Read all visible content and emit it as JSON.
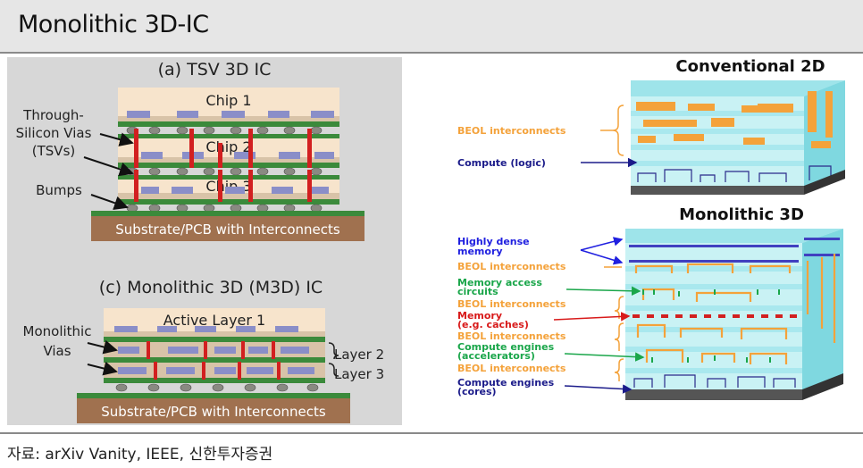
{
  "header": {
    "title": "Monolithic 3D-IC"
  },
  "tsv": {
    "heading": "(a) TSV 3D IC",
    "chip1": "Chip 1",
    "chip2": "Chip 2",
    "chip3": "Chip 3",
    "label_tsv_1": "Through-",
    "label_tsv_2": "Silicon Vias",
    "label_tsv_3": "(TSVs)",
    "label_bumps": "Bumps",
    "substrate": "Substrate/PCB with Interconnects"
  },
  "m3d": {
    "heading": "(c) Monolithic 3D (M3D) IC",
    "active_layer": "Active Layer 1",
    "label_vias_1": "Monolithic",
    "label_vias_2": "Vias",
    "layer2": "Layer 2",
    "layer3": "Layer 3",
    "substrate": "Substrate/PCB with Interconnects"
  },
  "conventional": {
    "title": "Conventional 2D",
    "beol": "BEOL interconnects",
    "compute": "Compute (logic)"
  },
  "monolithic": {
    "title": "Monolithic 3D",
    "dense_memory_1": "Highly dense",
    "dense_memory_2": "memory",
    "beol_1": "BEOL interconnects",
    "mem_access_1": "Memory access",
    "mem_access_2": "circuits",
    "beol_2": "BEOL interconnects",
    "memory_cache_1": "Memory",
    "memory_cache_2": "(e.g. caches)",
    "beol_3": "BEOL interconnects",
    "compute_acc_1": "Compute engines",
    "compute_acc_2": "(accelerators)",
    "beol_4": "BEOL interconnects",
    "compute_cores_1": "Compute engines",
    "compute_cores_2": "(cores)"
  },
  "colors": {
    "cream": "#f7e4cc",
    "green": "#3b8a3b",
    "substrate": "#a0714f",
    "via": "#d22020",
    "block": "#8a8ec8",
    "bump": "#8a8a82",
    "cyan_light": "#c9f2f4",
    "cyan": "#7fd8e0",
    "orange": "#f4a23a",
    "navy": "#1b1b8a",
    "blue": "#2020e0",
    "green_label": "#1aa64a",
    "red_label": "#d81a1a"
  },
  "source": {
    "text": "자료: arXiv Vanity, IEEE, 신한투자증권"
  }
}
